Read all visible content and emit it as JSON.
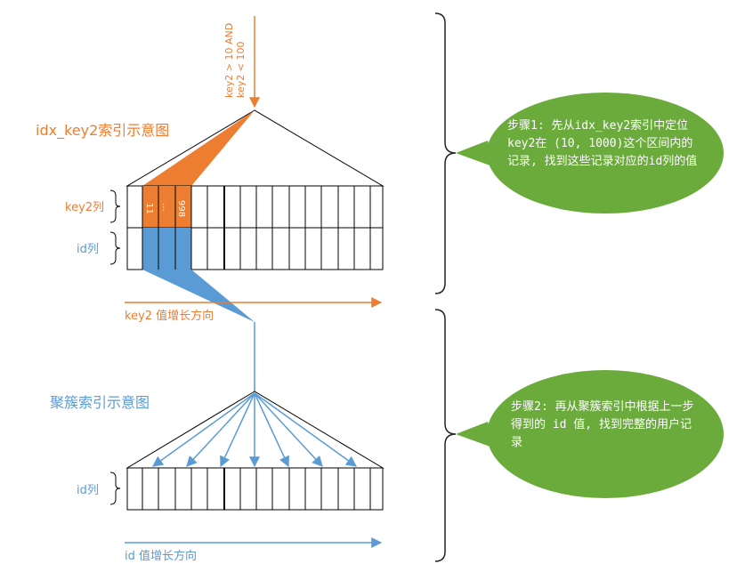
{
  "colors": {
    "orange": "#ED7D31",
    "blue": "#5B9BD5",
    "green": "#6AAB3C",
    "black": "#000000",
    "bracket": "#222222"
  },
  "query_condition": {
    "line1": "key2 > 10 AND",
    "line2": "key2 < 100"
  },
  "secondary_index": {
    "title": "idx_key2索引示意图",
    "key_row_label": "key2列",
    "id_row_label": "id列",
    "cell_values": [
      "11",
      "...",
      "998"
    ],
    "direction_label": "key2 值增长方向"
  },
  "clustered_index": {
    "title": "聚簇索引示意图",
    "id_row_label": "id列",
    "direction_label": "id 值增长方向"
  },
  "steps": [
    {
      "text": "步骤1: 先从idx_key2索引中定位 key2在 (10, 1000)这个区间内的记录, 找到这些记录对应的id列的值"
    },
    {
      "text": "步骤2: 再从聚簇索引中根据上一步得到的 id 值, 找到完整的用户记录"
    }
  ]
}
